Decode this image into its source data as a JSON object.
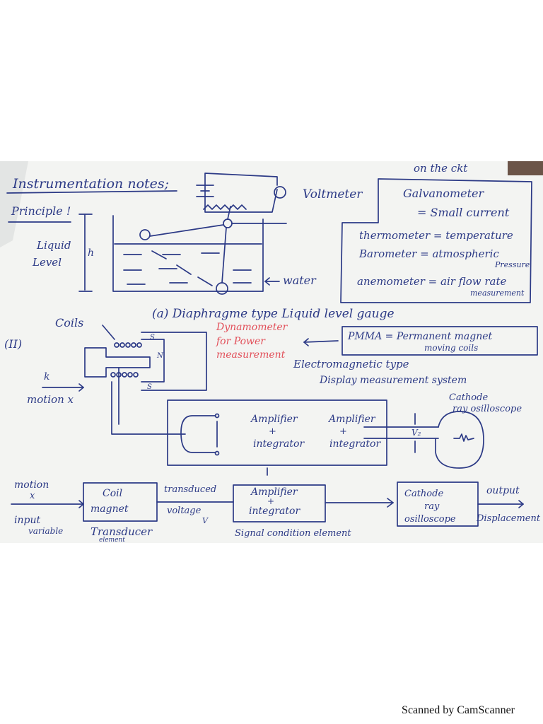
{
  "footer": "Scanned by CamScanner",
  "top": {
    "title": "Instrumentation notes;",
    "corner": "on the ckt",
    "principle": "Principle !",
    "liquid_level_1": "Liquid",
    "liquid_level_2": "Level",
    "h": "h",
    "voltmeter": "Voltmeter",
    "water": "water",
    "caption": "(a)  Diaphragme  type  Liquid  level gauge"
  },
  "legend": {
    "galvanometer": "Galvanometer",
    "galvanometer_def": "= Small current",
    "thermometer": "thermometer = temperature",
    "barometer": "Barometer = atmospheric",
    "barometer_2": "Pressure",
    "anemometer": "anemometer  =  air flow rate",
    "anemometer_2": "measurement"
  },
  "middle": {
    "roman": "(II)",
    "coils": "Coils",
    "k": "k",
    "motion_x": "motion x",
    "red_1": "Dynamometer",
    "red_2": "for    Power",
    "red_3": "measurement",
    "pmma_1": "PMMA = Permanent magnet",
    "pmma_2": "moving coils",
    "em_type": "Electromagnetic type",
    "display": "Display measurement system",
    "cro_1": "Cathode",
    "cro_2": "ray osilloscope",
    "amp1": "Amplifier",
    "amp1_plus": "+",
    "amp1_int": "integrator",
    "amp2": "Amplifier",
    "amp2_plus": "+",
    "amp2_int": "integrator",
    "v2": "V₂",
    "s1": "S",
    "s2": "S",
    "n": "N"
  },
  "bottom": {
    "motion": "motion",
    "x": "x",
    "input": "input",
    "variable": "variable",
    "coil_magnet_1": "Coil",
    "coil_magnet_2": "magnet",
    "transduced_1": "transduced",
    "transduced_2": "voltage",
    "transduced_3": "V",
    "amp_1": "Amplifier",
    "amp_2": "+",
    "amp_3": "integrator",
    "cro_1": "Cathode",
    "cro_2": "ray",
    "cro_3": "osilloscope",
    "output": "output",
    "displacement": "Displacement",
    "transducer_1": "Transducer",
    "transducer_2": "element",
    "signal": "Signal condition element"
  }
}
